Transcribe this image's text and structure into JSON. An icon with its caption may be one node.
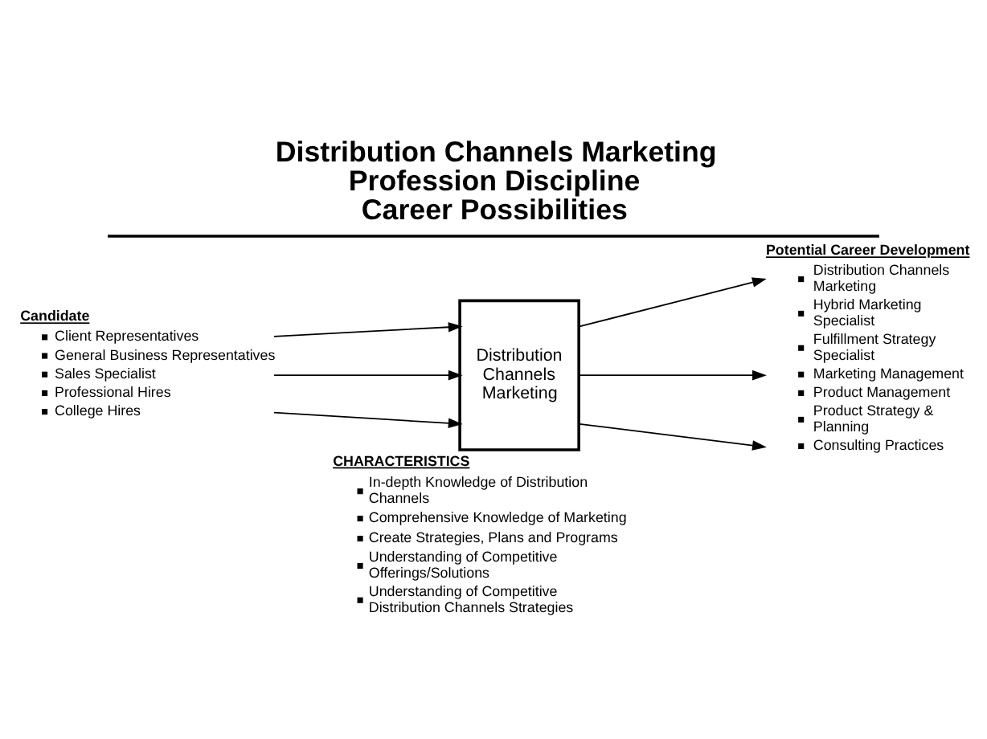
{
  "diagram": {
    "title": "Distribution Channels Marketing Profession Discipline Career Possibilities",
    "nodes": [
      {
        "text": [
          "Candidate",
          "Client Representatives",
          "General Business Representatives",
          "Sales Specialist",
          "Professional Hires",
          "College Hires"
        ]
      },
      {
        "text": [
          "Distribution Channels Marketing"
        ]
      },
      {
        "text": [
          "Potential Career Development",
          "Distribution Channels Marketing",
          "Hybrid Marketing Specialist",
          "Fulfillment Strategy Specialist",
          "Marketing Management",
          "Product Management",
          "Product Strategy & Planning",
          "Consulting Practices"
        ]
      }
    ],
    "edges": [
      {
        "from": 0,
        "to": 1,
        "arrow": "to"
      },
      {
        "from": 0,
        "to": 1,
        "arrow": "to"
      },
      {
        "from": 0,
        "to": 1,
        "arrow": "to"
      },
      {
        "from": 1,
        "to": 2,
        "arrow": "to"
      },
      {
        "from": 1,
        "to": 2,
        "arrow": "to"
      },
      {
        "from": 1,
        "to": 2,
        "arrow": "to"
      }
    ],
    "labels": [
      "CHARACTERISTICS",
      "In-depth Knowledge of Distribution Channels",
      "Comprehensive Knowledge of Marketing",
      "Create Strategies, Plans and Programs",
      "Understanding of Competitive Offerings/Solutions",
      "Understanding of Competitive Distribution Channels Strategies"
    ]
  }
}
